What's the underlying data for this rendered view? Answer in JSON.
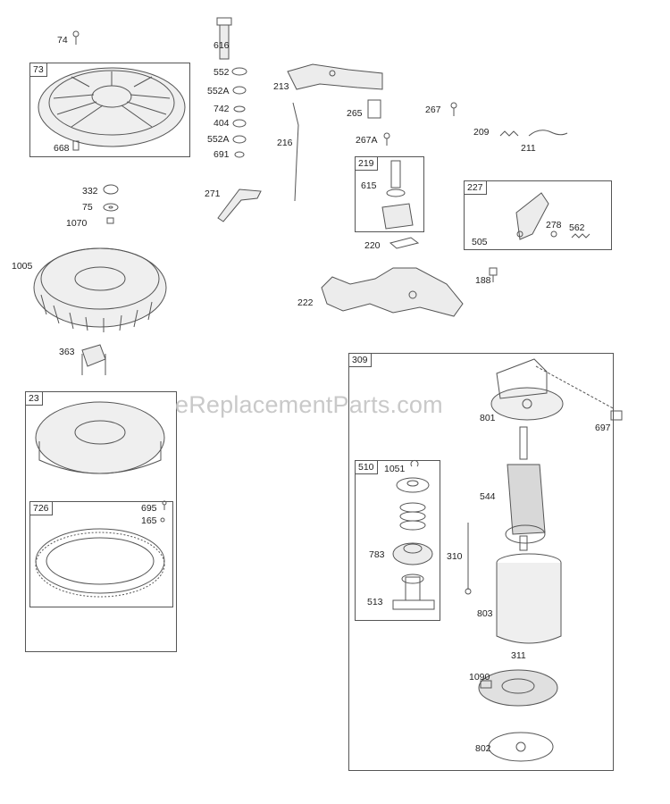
{
  "watermark": "eReplacementParts.com",
  "colors": {
    "line": "#555555",
    "shade": "#bdbdbd",
    "fill": "#e6e6e6",
    "watermark": "#c9c9c9"
  },
  "groups": {
    "g73": "73",
    "g23": "23",
    "g726": "726",
    "g219": "219",
    "g227": "227",
    "g309": "309",
    "g510": "510"
  },
  "labels": {
    "p74": "74",
    "p668": "668",
    "p616": "616",
    "p552": "552",
    "p552a_1": "552A",
    "p742": "742",
    "p404": "404",
    "p552a_2": "552A",
    "p691": "691",
    "p213": "213",
    "p265": "265",
    "p216": "216",
    "p267": "267",
    "p267a": "267A",
    "p209": "209",
    "p211": "211",
    "p615": "615",
    "p220": "220",
    "p271": "271",
    "p332": "332",
    "p75": "75",
    "p1070": "1070",
    "p1005": "1005",
    "p505": "505",
    "p278": "278",
    "p562": "562",
    "p188": "188",
    "p222": "222",
    "p363": "363",
    "p695": "695",
    "p165": "165",
    "p801": "801",
    "p697": "697",
    "p1051": "1051",
    "p544": "544",
    "p310": "310",
    "p783": "783",
    "p513": "513",
    "p803": "803",
    "p311": "311",
    "p1090": "1090",
    "p802": "802"
  }
}
